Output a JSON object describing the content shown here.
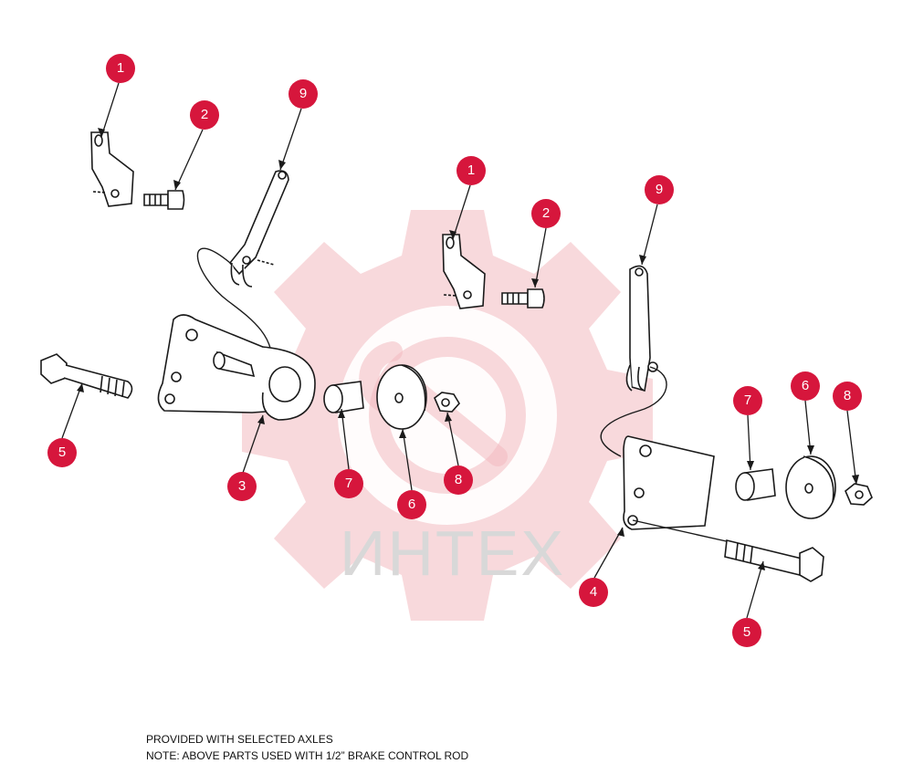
{
  "colors": {
    "callout": "#d6163c",
    "line": "#1a1a1a",
    "watermark": "#f3b9c0",
    "watermark_text": "#d8d8d8"
  },
  "watermark": {
    "icon": "gear-wrench-logo",
    "text": "ИНТЕХ"
  },
  "callouts": [
    "1",
    "2",
    "9",
    "5",
    "3",
    "7",
    "6",
    "8",
    "1",
    "2",
    "9",
    "7",
    "6",
    "8",
    "4",
    "5"
  ],
  "notes": {
    "line1": "PROVIDED WITH SELECTED AXLES",
    "line2": "NOTE: ABOVE PARTS USED WITH 1/2” BRAKE CONTROL ROD"
  }
}
